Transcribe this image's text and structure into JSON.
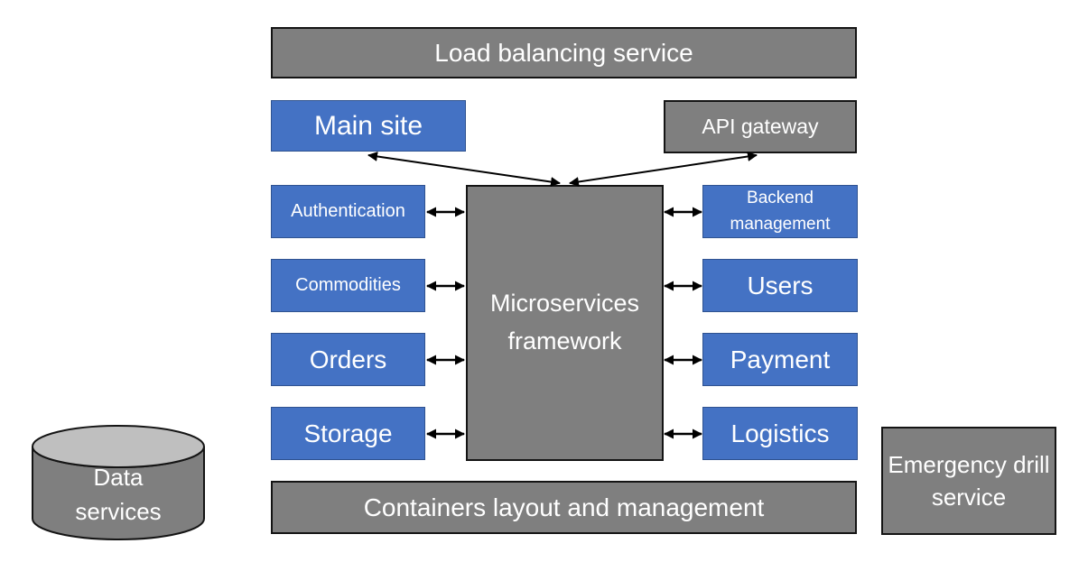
{
  "colors": {
    "background": "#FFFFFF",
    "blue": "#4472C4",
    "blue_border": "#2F528F",
    "gray": "#7F7F7F",
    "cylinder_top": "#BFBFBF",
    "text_white": "#FFFFFF",
    "arrow": "#000000"
  },
  "nodes": {
    "load_balancing": "Load balancing service",
    "main_site": "Main site",
    "api_gateway": "API gateway",
    "framework": "Microservices framework",
    "left_services": [
      "Authentication",
      "Commodities",
      "Orders",
      "Storage"
    ],
    "right_services": [
      "Backend management",
      "Users",
      "Payment",
      "Logistics"
    ],
    "containers": "Containers layout and management",
    "data_services": "Data services",
    "emergency": "Emergency drill service"
  }
}
